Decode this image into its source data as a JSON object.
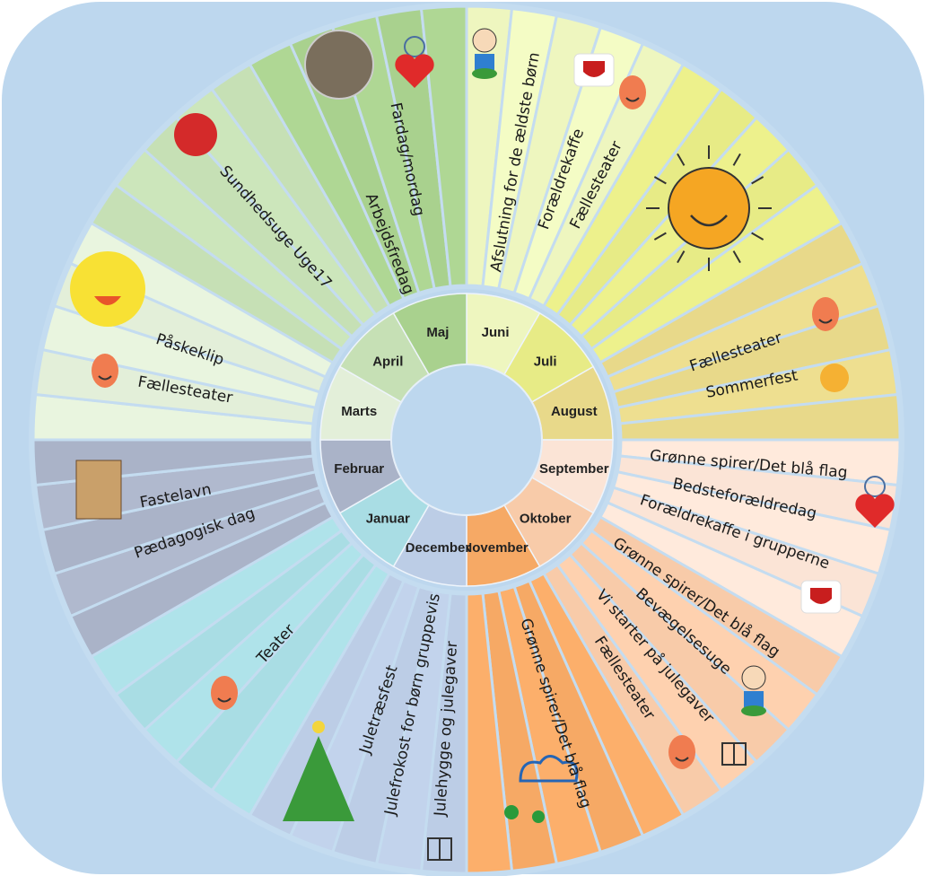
{
  "months": [
    {
      "name": "Juni",
      "color": "#eef6bf"
    },
    {
      "name": "Juli",
      "color": "#e7eb86"
    },
    {
      "name": "August",
      "color": "#e8d98a"
    },
    {
      "name": "September",
      "color": "#fbe4d6"
    },
    {
      "name": "Oktober",
      "color": "#f8cba9"
    },
    {
      "name": "November",
      "color": "#f6a965"
    },
    {
      "name": "December",
      "color": "#bccde6"
    },
    {
      "name": "Januar",
      "color": "#a9dde4"
    },
    {
      "name": "Februar",
      "color": "#aab3c8"
    },
    {
      "name": "Marts",
      "color": "#e3efd9"
    },
    {
      "name": "April",
      "color": "#c6e0b5"
    },
    {
      "name": "Maj",
      "color": "#a9d18e"
    }
  ],
  "events": [
    {
      "month": "Juni",
      "label": "Afslutning for de ældste børn"
    },
    {
      "month": "Juni",
      "label": "Forældrekaffe"
    },
    {
      "month": "Juni",
      "label": "Fællesteater"
    },
    {
      "month": "August",
      "label": "Fællesteater"
    },
    {
      "month": "August",
      "label": "Sommerfest"
    },
    {
      "month": "September",
      "label": "Grønne spirer/Det blå flag"
    },
    {
      "month": "September",
      "label": "Bedsteforældredag"
    },
    {
      "month": "September",
      "label": "Forældrekaffe i grupperne"
    },
    {
      "month": "Oktober",
      "label": "Grønne spirer/Det blå flag"
    },
    {
      "month": "Oktober",
      "label": "Bevægelsesuge"
    },
    {
      "month": "Oktober",
      "label": "Vi starter på julegaver"
    },
    {
      "month": "Oktober",
      "label": "Fællesteater"
    },
    {
      "month": "November",
      "label": "Grønne spirer/Det blå flag"
    },
    {
      "month": "December",
      "label": "Julehygge og julegaver"
    },
    {
      "month": "December",
      "label": "Julefrokost for børn gruppevis"
    },
    {
      "month": "December",
      "label": "Juletræsfest"
    },
    {
      "month": "Januar",
      "label": "Teater"
    },
    {
      "month": "Februar",
      "label": "Fastelavn"
    },
    {
      "month": "Februar",
      "label": "Pædagogisk dag"
    },
    {
      "month": "Marts",
      "label": "Påskeklip"
    },
    {
      "month": "Marts",
      "label": "Fællesteater"
    },
    {
      "month": "April",
      "label": "Sundhedsuge Uge17"
    },
    {
      "month": "Maj",
      "label": "Arbejdsfredag"
    },
    {
      "month": "Maj",
      "label": "Fardag/mordag"
    }
  ],
  "icons": [
    "kids-icon",
    "coffee-cup-icon",
    "theater-mask-icon",
    "sun-icon",
    "heart-figure-icon",
    "gift-icon",
    "christmas-tree-icon",
    "apple-icon",
    "chick-icon",
    "fastelavn-barrel-icon",
    "green-sprouts-logo-icon",
    "work-photo-icon"
  ]
}
